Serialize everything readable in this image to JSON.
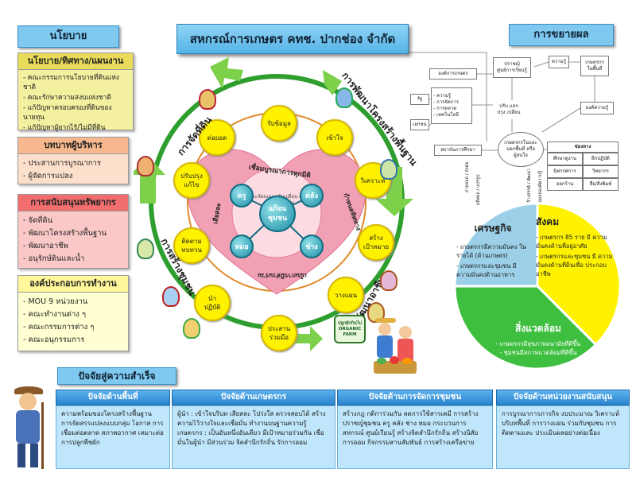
{
  "colors": {
    "ring": "#2e9e2e",
    "heart": "#f2a0b4",
    "step": "#fff200",
    "economy": "#9bd0e8",
    "society": "#fff200",
    "environment": "#3fbf3f",
    "policy": "#f3f0a0",
    "admin": "#f7c19e",
    "support": "#f58b8b",
    "components": "#ffffc8"
  },
  "policy": {
    "title": "นโยบาย",
    "box1": {
      "title": "นโยบาย/ทิศทาง/แผนงาน",
      "items": [
        "- คณะกรรมการนโยบายที่ดินแห่งชาติ",
        "- คณะรักษาความสงบแห่งชาติ",
        "- แก้ปัญหาครอบครองที่ดินของนายทุน",
        "- แก้ปัญหาผู้ยากไร้/ไม่มีที่ดิน"
      ]
    },
    "box2": {
      "title": "บทบาทผู้บริหาร",
      "items": [
        "- ประสานการบูรณาการ",
        "- ผู้จัดการแปลง"
      ]
    },
    "box3": {
      "title": "การสนับสนุนทรัพยากร",
      "items": [
        "- จัดที่ดิน",
        "- พัฒนาโครงสร้างพื้นฐาน",
        "- พัฒนาอาชีพ",
        "- อนุรักษ์ดินและน้ำ"
      ]
    },
    "box4": {
      "title": "องค์ประกอบการทำงาน",
      "items": [
        "- MOU 9 หน่วยงาน",
        "- คณะทำงานต่าง ๆ",
        "- คณะกรรมการต่าง ๆ",
        "- คณะอนุกรรมการ"
      ]
    }
  },
  "header": {
    "title": "สหกรณ์การเกษตร คทช. ปากช่อง จำกัด"
  },
  "expansion": {
    "title": "การขยายผล",
    "cells": {
      "org_farm": "องค์การเกษตร",
      "gov": "รัฐ",
      "private": "เอกชน",
      "knowledge": "- ความรู้\n- การจัดการ\n- การตลาด\n- เทคโนโลยี",
      "institution": "สถาบันการศึกษา",
      "sage": "ปราชญ์\nศูนย์การเรียนรู้",
      "know": "ความรู้",
      "farmer_area": "เกษตรกร\nในพื้นที่",
      "org_know": "องค์ความรู้",
      "center": "เกษตรกรในและ\nนอกพื้นที่ หรือ\nผู้สนใจ",
      "channel": "ช่องทาง",
      "ch": [
        "ศึกษาดูงาน",
        "ฝึกปฏิบัติ",
        "นิทรรศการ",
        "วิทยากร",
        "ออกร้าน",
        "สื่อ/สิ่งพิมพ์"
      ],
      "adjust": "ปรับ   แลก\nปรุง   เปลี่ยน",
      "v1": "ถ่ายทอด / ส่งต่อ",
      "v2": "ผลิตผล / แปรรูป",
      "v3": "สร้างสรรค์ / พัฒนา",
      "v4": "ต่อยอดองค์ความรู้"
    }
  },
  "cycle": {
    "center": "แก้จน\nชุมชน",
    "spokes": [
      "ครู",
      "คลัง",
      "ช่าง",
      "หมอ"
    ],
    "heart_top": "เชื่อมบูรณาการทุกมิติ",
    "heart_bottom": "เน้นการมีส่วนร่วม",
    "heart_right": "กำหนดทิศทาง",
    "heart_left": "เสียสละ",
    "heart_inner": "วิเคราะห์ตนเอง  ปรับเปลี่ยน  สนับสนุน  จิตสำนึกรักถิ่น",
    "steps": [
      "รับข้อมูล",
      "เข้าใจ",
      "วิเคราะห์",
      "สร้าง\nเป้าหมาย",
      "วางแผน",
      "ประสาน\nร่วมมือ",
      "นำ\nปฏิบัติ",
      "ติดตาม\nทบทวน",
      "ปรับปรุง\nแก้ไข",
      "ต่อยอด"
    ],
    "ring_top": "การพัฒนาโครงสร้างพื้นฐาน",
    "ring_bottom": "การพัฒนาอาชีพ",
    "ring_left": "การจัดที่ดิน",
    "ring_bottomleft": "การสร้างชุมชน",
    "logo_text": "ปลูกผักกินไป ORGANIC FARM"
  },
  "results": {
    "economy": {
      "title": "เศรษฐกิจ",
      "items": [
        "- เกษตรกรมีความมั่นคง ในรายได้ (ด้านเกษตร)",
        "- เกษตรกรและชุมชน มีความมั่นคงด้านอาหาร"
      ],
      "share": 0.25
    },
    "society": {
      "title": "สังคม",
      "items": [
        "- เกษตรกร 85 ราย มี ความมั่นคงด้านที่อยู่อาศัย",
        "- เกษตรกรและชุมชน มี ความมั่นคงด้านที่ดินเพื่อ ประกอบอาชีพ"
      ],
      "share": 0.375
    },
    "environment": {
      "title": "สิ่งแวดล้อม",
      "items": [
        "- เกษตรกรมีสุขภาพอนามัยที่ดีขึ้น",
        "- ชุมชนมีสภาพแวดล้อมที่ดีขึ้น"
      ],
      "share": 0.375
    }
  },
  "success": {
    "title": "ปัจจัยสู่ความสำเร็จ",
    "factors": [
      {
        "title": "ปัจจัยด้านพื้นที่",
        "body": "ความพร้อมของโครงสร้างพื้นฐาน การจัดสรรแปลงแบบกลุ่ม โอกาส การเชื่อมต่อตลาด สภาพอากาศ เหมาะต่อการปลูกพืชผัก"
      },
      {
        "title": "ปัจจัยด้านเกษตรกร",
        "body": "ผู้นำ : เข้าใจบริบท เสียสละ โปร่งใส ตรวจสอบได้ สร้างความไว้วางใจและเชื่อมั่น ทำงานบนฐานความรู้ เกษตรกร : เป็นอันหนึ่งอันเดียว มีเป้าหมายร่วมกัน เชื่อมั่นในผู้นำ มีส่วนร่วม จิตสำนึกรักถิ่น รักการออม"
      },
      {
        "title": "ปัจจัยด้านการจัดการชุมชน",
        "body": "สร้างกฎ กติการ่วมกัน ลดการใช้สารเคมี การสร้าง ปราชญ์ชุมชน ครู คลัง ช่าง หมอ กระบวนการ สหกรณ์ ศูนย์เรียนรู้ สร้างจิตสำนึกรักถิ่น สร้างนิสัย การออม กิจกรรมสานสัมพันธ์ การสร้างเครือข่าย"
      },
      {
        "title": "ปัจจัยด้านหน่วยงานสนับสนุน",
        "body": "การบูรณาการภารกิจ งบประมาณ วิเคราะห์บริบทพื้นที่ การวางแผน ร่วมกับชุมชน การติดตามและ ประเมินผลอย่างต่อเนื่อง"
      }
    ]
  }
}
